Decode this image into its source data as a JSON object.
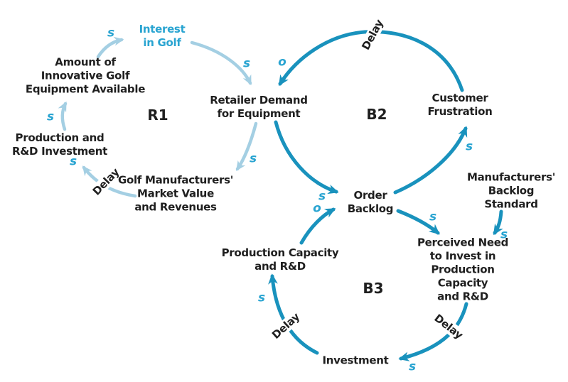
{
  "diagram": {
    "title": "Golf equipment market causal loop diagram",
    "colors": {
      "reinforcing_loop_arrow": "#a4cfe3",
      "balancing_loop_arrow": "#1992bd",
      "polarity_accent": "#29a4d1",
      "text": "#1f1f1f",
      "background": "#ffffff"
    },
    "nodes": {
      "interest_in_golf": "Interest\nin Golf",
      "amount_innovative_equipment": "Amount of\nInnovative Golf\nEquipment Available",
      "production_rd_investment": "Production and\nR&D Investment",
      "golf_manufacturers_value": "Golf Manufacturers'\nMarket Value\nand Revenues",
      "retailer_demand": "Retailer Demand\nfor Equipment",
      "customer_frustration": "Customer\nFrustration",
      "order_backlog": "Order\nBacklog",
      "manufacturers_backlog_standard": "Manufacturers'\nBacklog\nStandard",
      "production_capacity_rd": "Production Capacity\nand R&D",
      "perceived_need_invest": "Perceived Need\nto Invest in\nProduction Capacity\nand R&D",
      "investment": "Investment"
    },
    "loops": {
      "r1": "R1",
      "b2": "B2",
      "b3": "B3"
    },
    "delay_label": "Delay",
    "polarity": {
      "s": "s",
      "o": "o"
    }
  }
}
